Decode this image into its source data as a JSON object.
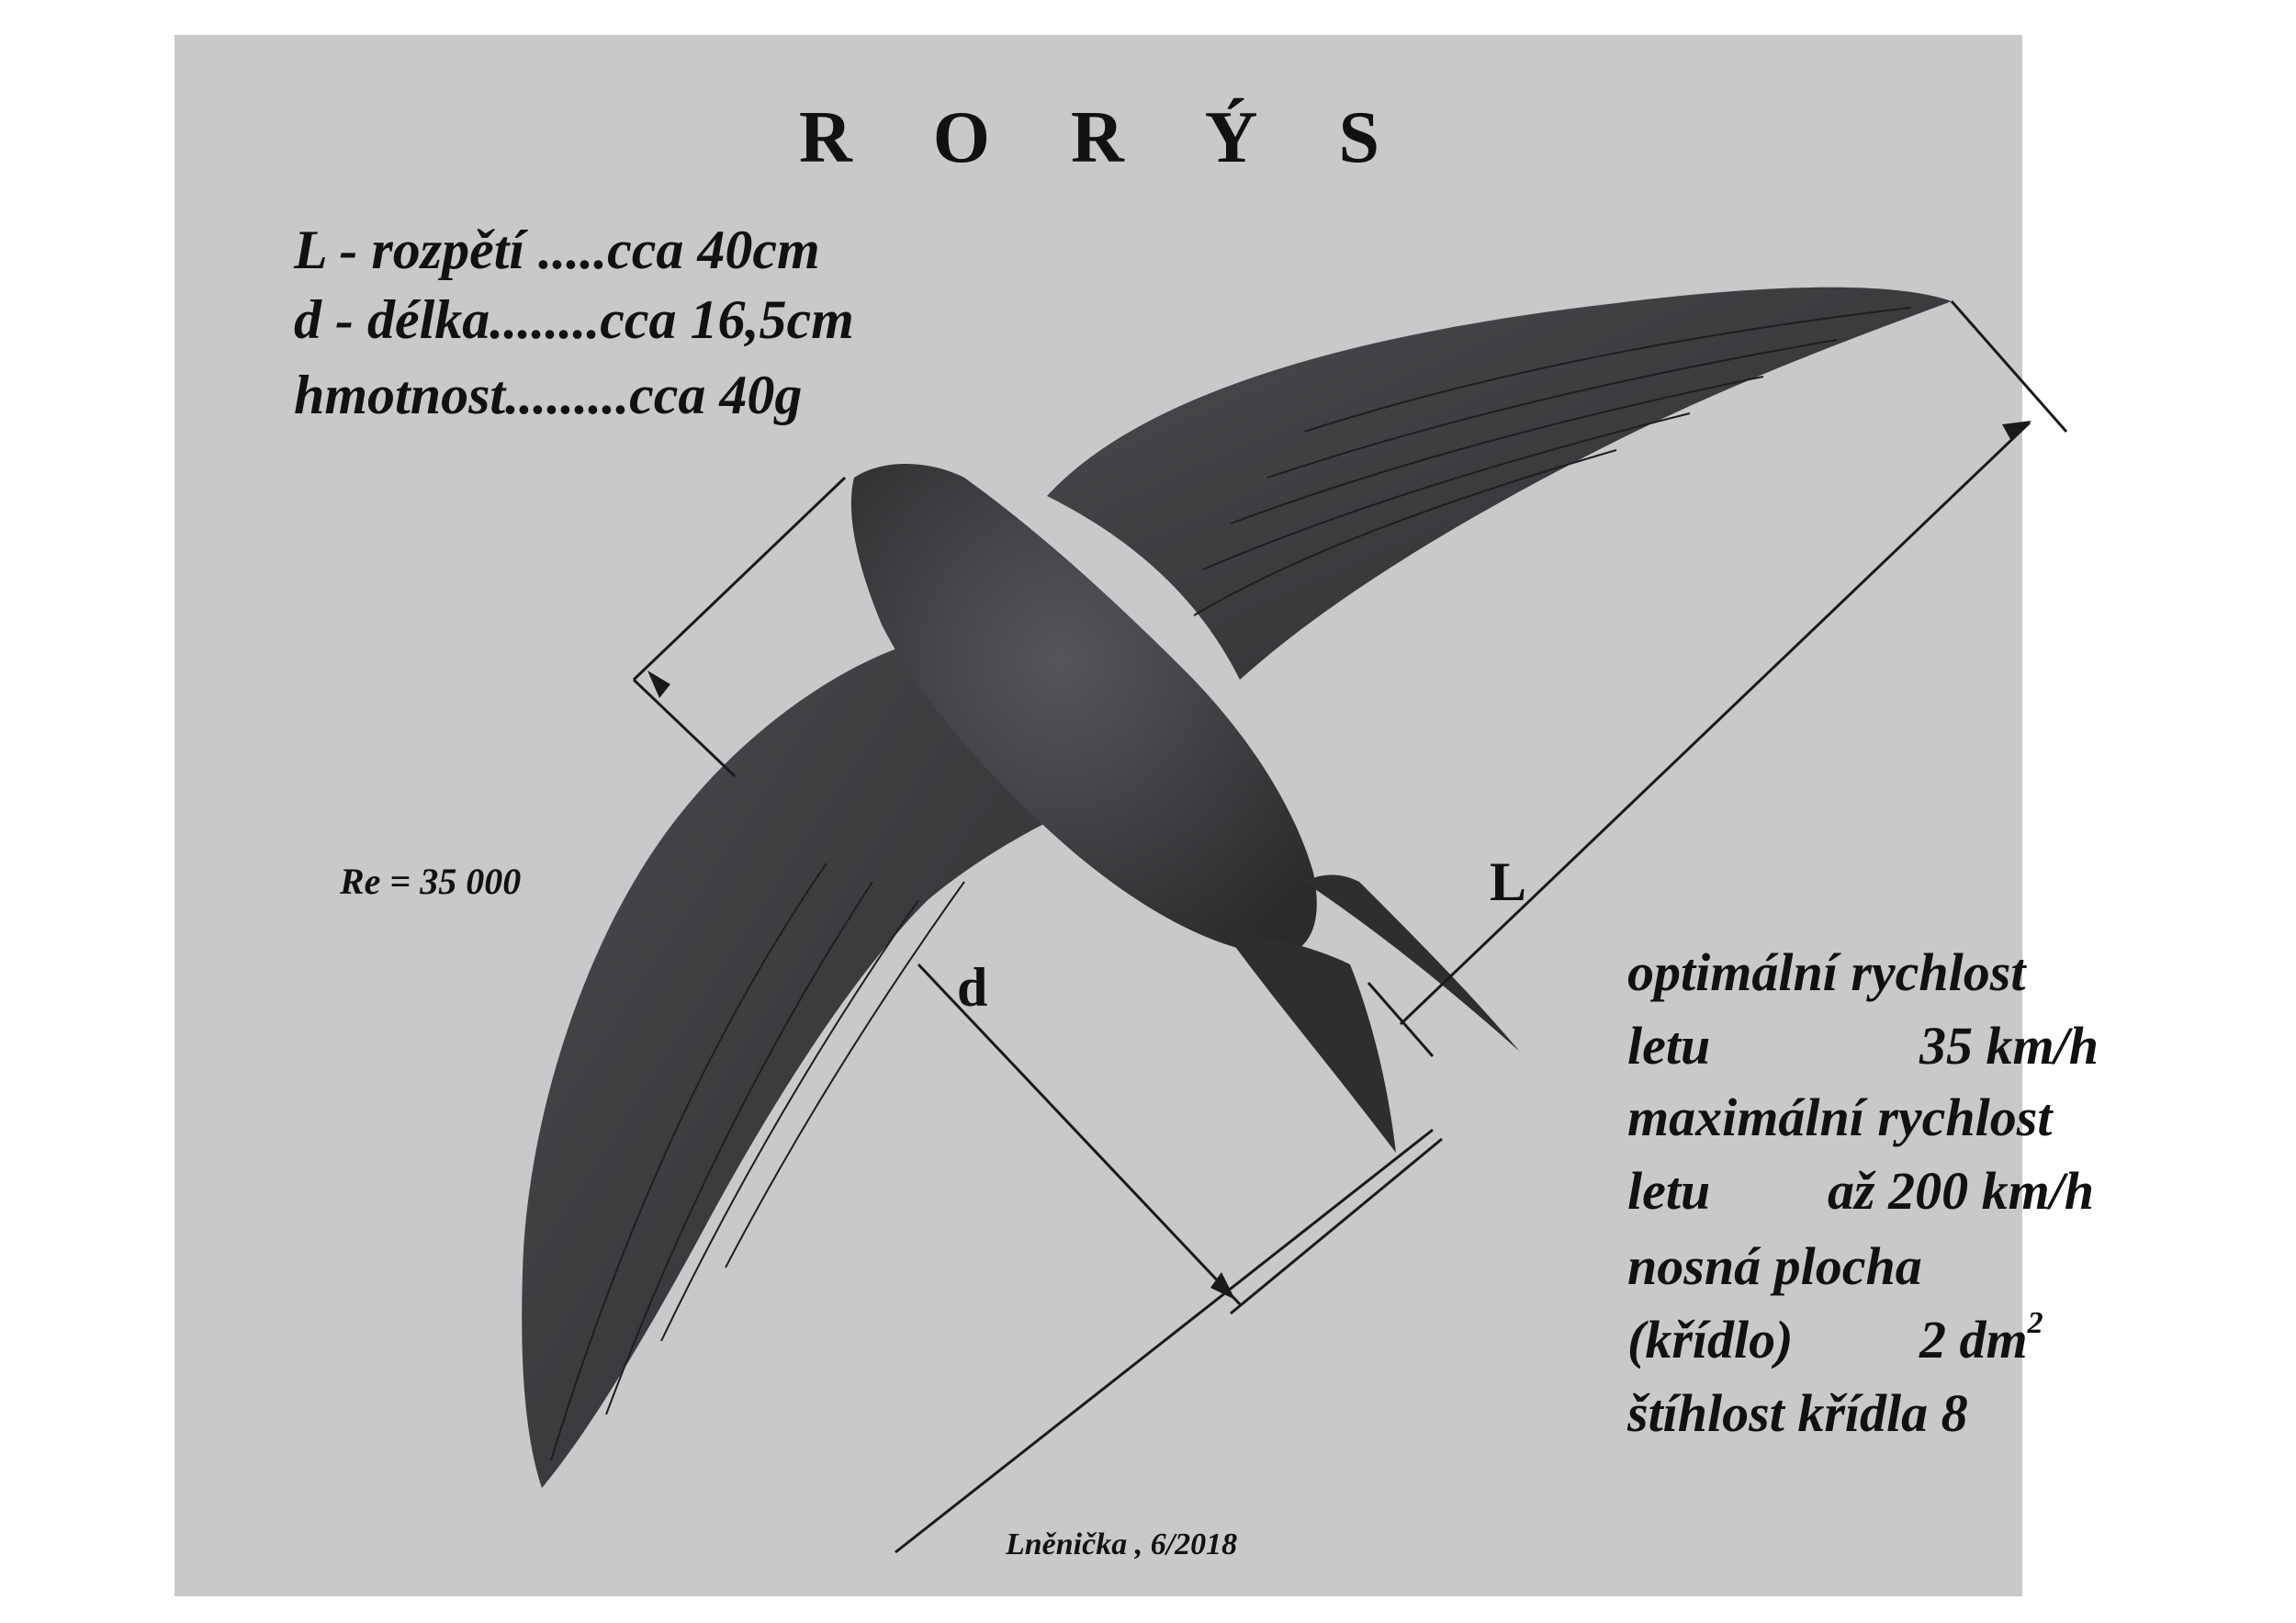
{
  "title": "R O R Ý S",
  "specs": {
    "span": "L -  rozpětí .....cca 40cm",
    "length": "d - délka........cca 16,5cm",
    "mass": "hmotnost.........cca 40g"
  },
  "reynolds": "Re = 35 000",
  "dimensions": {
    "span_letter": "L",
    "length_letter": "d"
  },
  "performance": {
    "optimal_label": "optimální rychlost",
    "optimal_unit_label": "letu",
    "optimal_value": "35 km/h",
    "max_label": "maximální rychlost",
    "max_unit_label": "letu",
    "max_value": "až 200 km/h",
    "area_label": "nosná plocha",
    "area_sub_label": "(křídlo)",
    "area_value": "2 dm",
    "area_exponent": "2",
    "aspect": "štíhlost křídla  8"
  },
  "author": "Lněnička , 6/2018",
  "colors": {
    "panel": "#c8c9ca",
    "bird": "#3a3a3c",
    "ink": "#111111"
  }
}
